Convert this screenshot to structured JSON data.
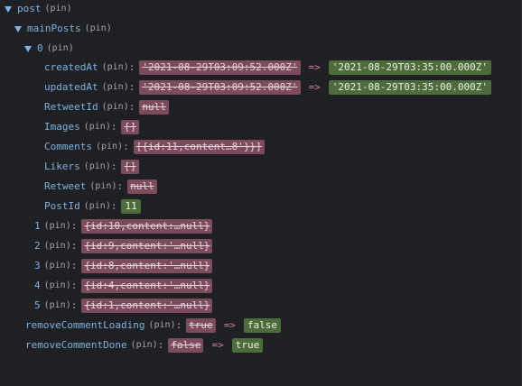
{
  "tree": {
    "root_key": "post",
    "pin_label": "(pin)",
    "diff_arrow": "=>",
    "mainPosts_key": "mainPosts",
    "item0_key": "0",
    "item0_fields": [
      {
        "key": "createdAt",
        "old": "'2021-08-29T03:09:52.000Z'",
        "new": "'2021-08-29T03:35:00.000Z'"
      },
      {
        "key": "updatedAt",
        "old": "'2021-08-29T03:09:52.000Z'",
        "new": "'2021-08-29T03:35:00.000Z'"
      },
      {
        "key": "RetweetId",
        "old": "null"
      },
      {
        "key": "Images",
        "old": "[]"
      },
      {
        "key": "Comments",
        "old": "[{id:11,content…8'}}]"
      },
      {
        "key": "Likers",
        "old": "[]"
      },
      {
        "key": "Retweet",
        "old": "null"
      },
      {
        "key": "PostId",
        "new": "11"
      }
    ],
    "other_items": [
      {
        "key": "1",
        "old": "{id:10,content:…null}"
      },
      {
        "key": "2",
        "old": "{id:9,content:'…null}"
      },
      {
        "key": "3",
        "old": "{id:8,content:'…null}"
      },
      {
        "key": "4",
        "old": "{id:4,content:'…null}"
      },
      {
        "key": "5",
        "old": "{id:1,content:'…null}"
      }
    ],
    "root_fields": [
      {
        "key": "removeCommentLoading",
        "old": "true",
        "new": "false"
      },
      {
        "key": "removeCommentDone",
        "old": "false",
        "new": "true"
      }
    ]
  },
  "colors": {
    "background": "#1f2023",
    "key": "#7fb2e0",
    "removed_bg": "#7c4b5c",
    "added_bg": "#4e6b3b",
    "arrow": "#d37ab0"
  }
}
